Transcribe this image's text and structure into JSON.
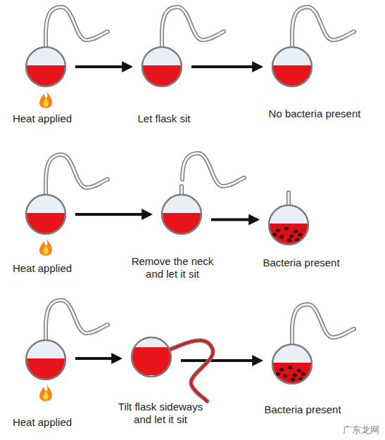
{
  "diagram": {
    "nodes": [
      {
        "text": [
          "Heat applied"
        ]
      },
      {
        "text": [
          "Let flask sit"
        ]
      },
      {
        "text": [
          "No bacteria present"
        ]
      },
      {
        "text": [
          "Heat applied"
        ]
      },
      {
        "text": [
          "Remove the neck and let it sit"
        ]
      },
      {
        "text": [
          "Bacteria present"
        ]
      },
      {
        "text": [
          "Heat applied"
        ]
      },
      {
        "text": [
          "Tilt flask sideways and let it sit"
        ]
      },
      {
        "text": [
          "Bacteria present"
        ]
      }
    ],
    "edges": [
      {
        "from": 0,
        "to": 1,
        "arrow": "to"
      },
      {
        "from": 1,
        "to": 2,
        "arrow": "to"
      },
      {
        "from": 3,
        "to": 4,
        "arrow": "to"
      },
      {
        "from": 4,
        "to": 5,
        "arrow": "to"
      },
      {
        "from": 6,
        "to": 7,
        "arrow": "to"
      },
      {
        "from": 7,
        "to": 8,
        "arrow": "to"
      }
    ],
    "labels": [
      "广东龙网"
    ]
  }
}
